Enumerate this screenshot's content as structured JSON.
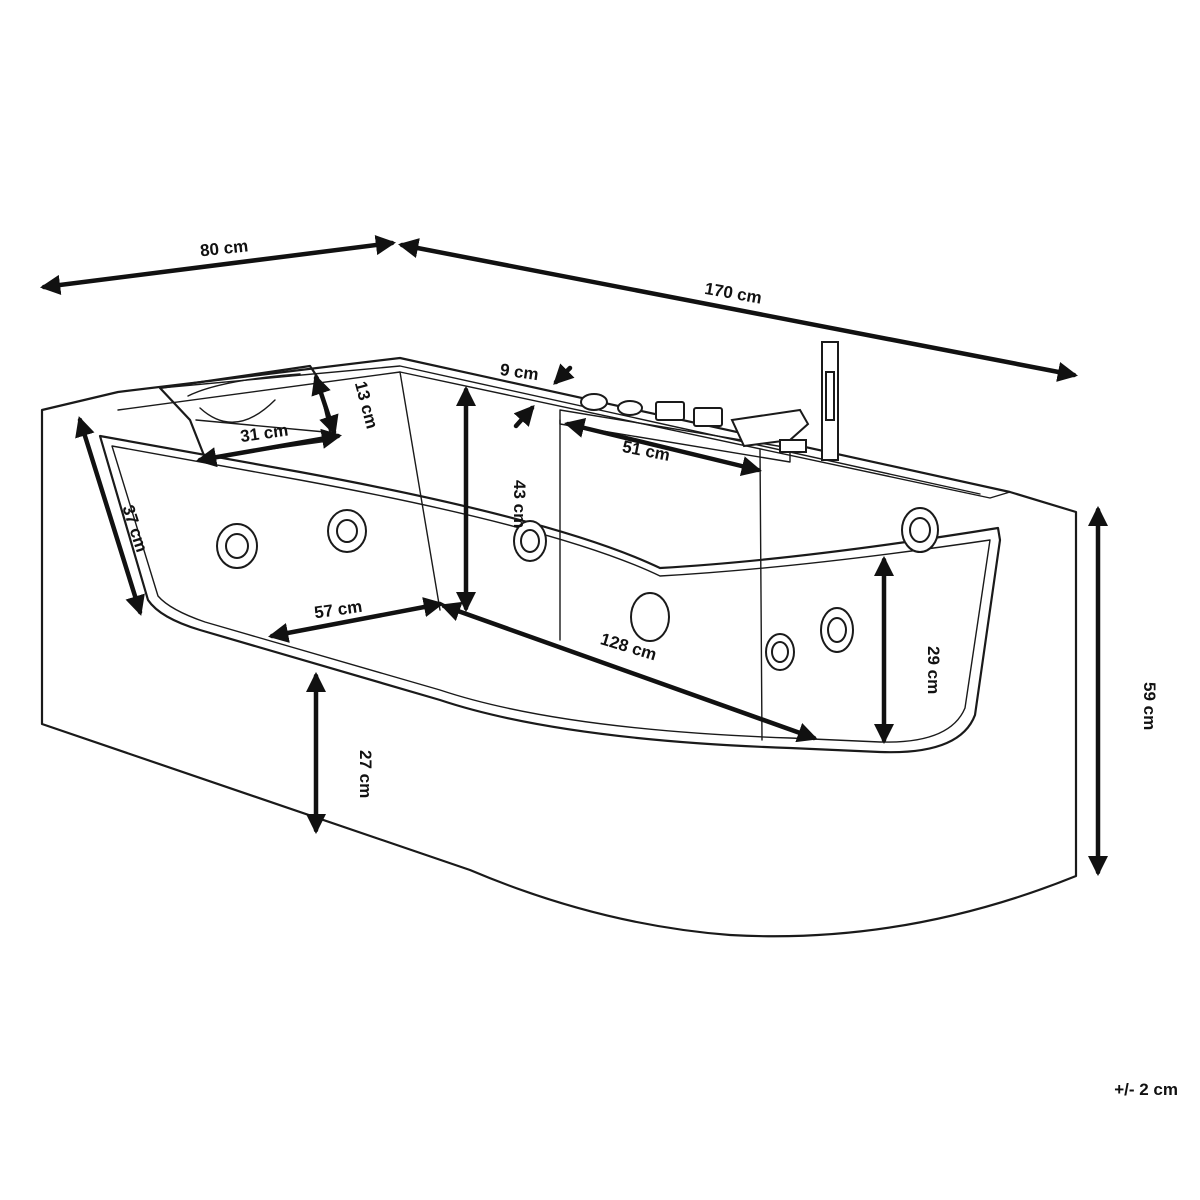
{
  "dimensions": {
    "width": "80 cm",
    "length": "170 cm",
    "ledge": "9 cm",
    "headrest_depth": "13 cm",
    "headrest_width": "31 cm",
    "control_deck": "51 cm",
    "inner_depth": "43 cm",
    "front_panel_slope": "37 cm",
    "floor_width": "57 cm",
    "floor_length": "128 cm",
    "window_height": "29 cm",
    "outer_height": "59 cm",
    "panel_height": "27 cm"
  },
  "tolerance": "+/- 2 cm"
}
